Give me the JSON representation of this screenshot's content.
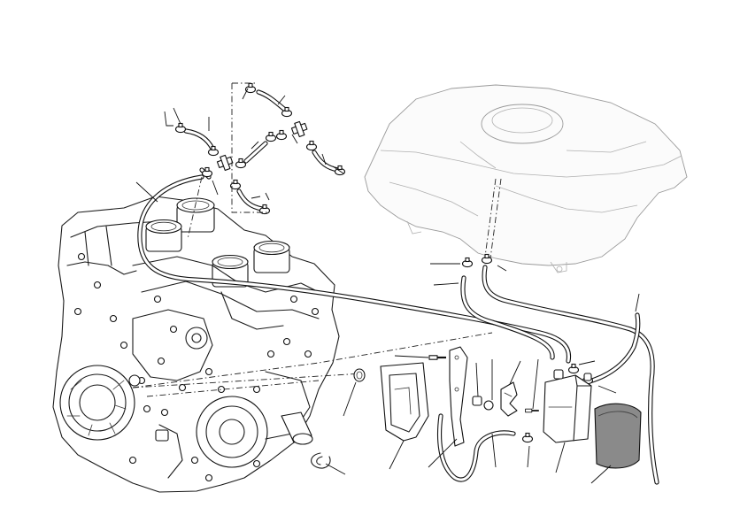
{
  "diagram": {
    "type": "exploded-parts-view",
    "colors": {
      "line": "#1a1a1a",
      "ghost_line": "#9a9a9a",
      "background": "#ffffff",
      "cover_fill": "#8a8a8a"
    },
    "components": [
      "engine-block",
      "fuel-tank-cover",
      "long-vapor-hose",
      "tank-breather-hose",
      "canister-vent-hose",
      "evap-canister",
      "canister-cover",
      "canister-bracket",
      "mounting-plate",
      "heat-shield",
      "hose-clip",
      "hose-clamp",
      "tee-fitting",
      "bolt",
      "rubber-grommet",
      "spacer-nut"
    ]
  }
}
